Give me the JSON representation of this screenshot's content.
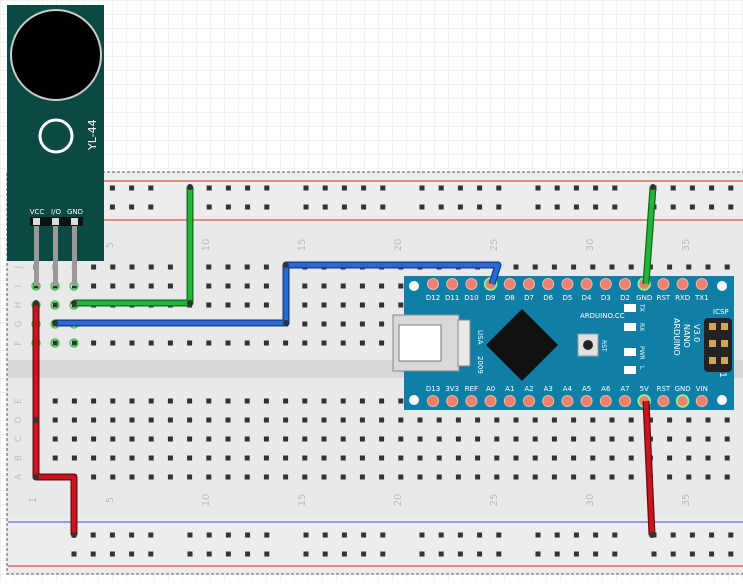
{
  "module": {
    "label": "YL-44",
    "pins": [
      "VCC",
      "I/O",
      "GND"
    ]
  },
  "breadboard": {
    "row_letters_top": [
      "J",
      "I",
      "H",
      "G",
      "F"
    ],
    "row_letters_bottom": [
      "E",
      "D",
      "C",
      "B",
      "A"
    ],
    "column_numbers": [
      "1",
      "5",
      "10",
      "15",
      "20",
      "25",
      "30",
      "35"
    ]
  },
  "arduino": {
    "top_pins": [
      "D12",
      "D11",
      "D10",
      "D9",
      "D8",
      "D7",
      "D6",
      "D5",
      "D4",
      "D3",
      "D2",
      "GND",
      "RST",
      "RXD",
      "TX1"
    ],
    "bottom_pins": [
      "D13",
      "3V3",
      "REF",
      "A0",
      "A1",
      "A2",
      "A3",
      "A4",
      "A5",
      "A6",
      "A7",
      "5V",
      "RST",
      "GND",
      "VIN"
    ],
    "brand": "ARDUINO.CC",
    "title_lines": [
      "ARDUINO",
      "NANO",
      "V3.0"
    ],
    "usa": "USA",
    "year": "2009",
    "icsp": "ICSP",
    "rst_label": "RST",
    "led_labels": [
      "TX",
      "RX",
      "PWR",
      "L"
    ],
    "icsp_pin": "1"
  },
  "colors": {
    "board": "#004a8e",
    "module_pcb": "#0b4a43",
    "wire_green": "#1fa832",
    "wire_blue": "#1f5fc4",
    "wire_red": "#c0101a",
    "rail_red": "#d42828",
    "rail_blue": "#3a52d8"
  }
}
